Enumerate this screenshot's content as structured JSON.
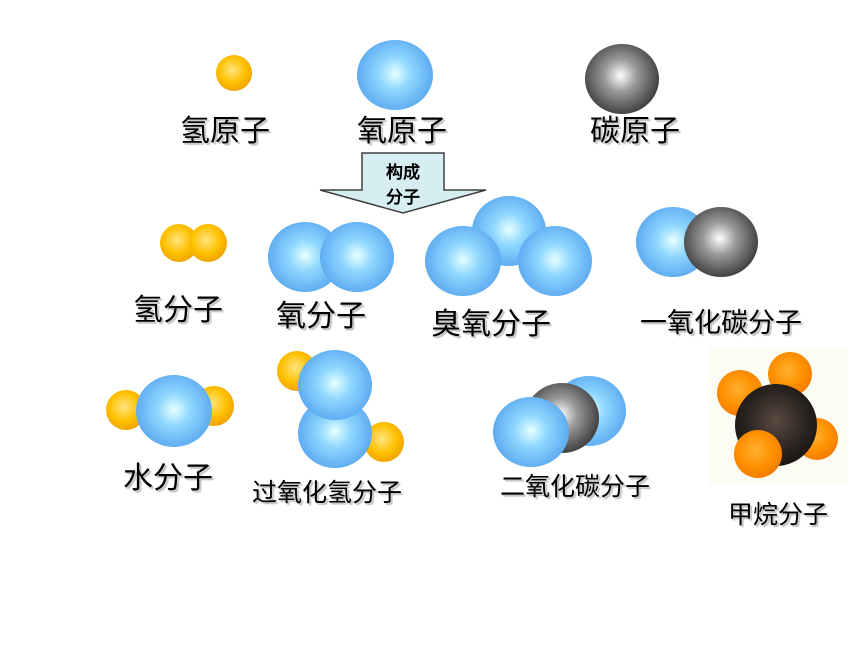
{
  "arrow": {
    "line1": "构成",
    "line2": "分子"
  },
  "atoms": {
    "hydrogen": "氢原子",
    "oxygen": "氧原子",
    "carbon": "碳原子"
  },
  "molecules": {
    "hydrogen": "氢分子",
    "oxygen": "氧分子",
    "ozone": "臭氧分子",
    "carbon_monoxide": "一氧化碳分子",
    "water": "水分子",
    "hydrogen_peroxide": "过氧化氢分子",
    "carbon_dioxide": "二氧化碳分子",
    "methane": "甲烷分子"
  },
  "colors": {
    "hydrogen": "#ffc000",
    "oxygen": "#6ab4f4",
    "carbon": "#3a3a3a",
    "arrow_fill": "#d6eef2"
  }
}
